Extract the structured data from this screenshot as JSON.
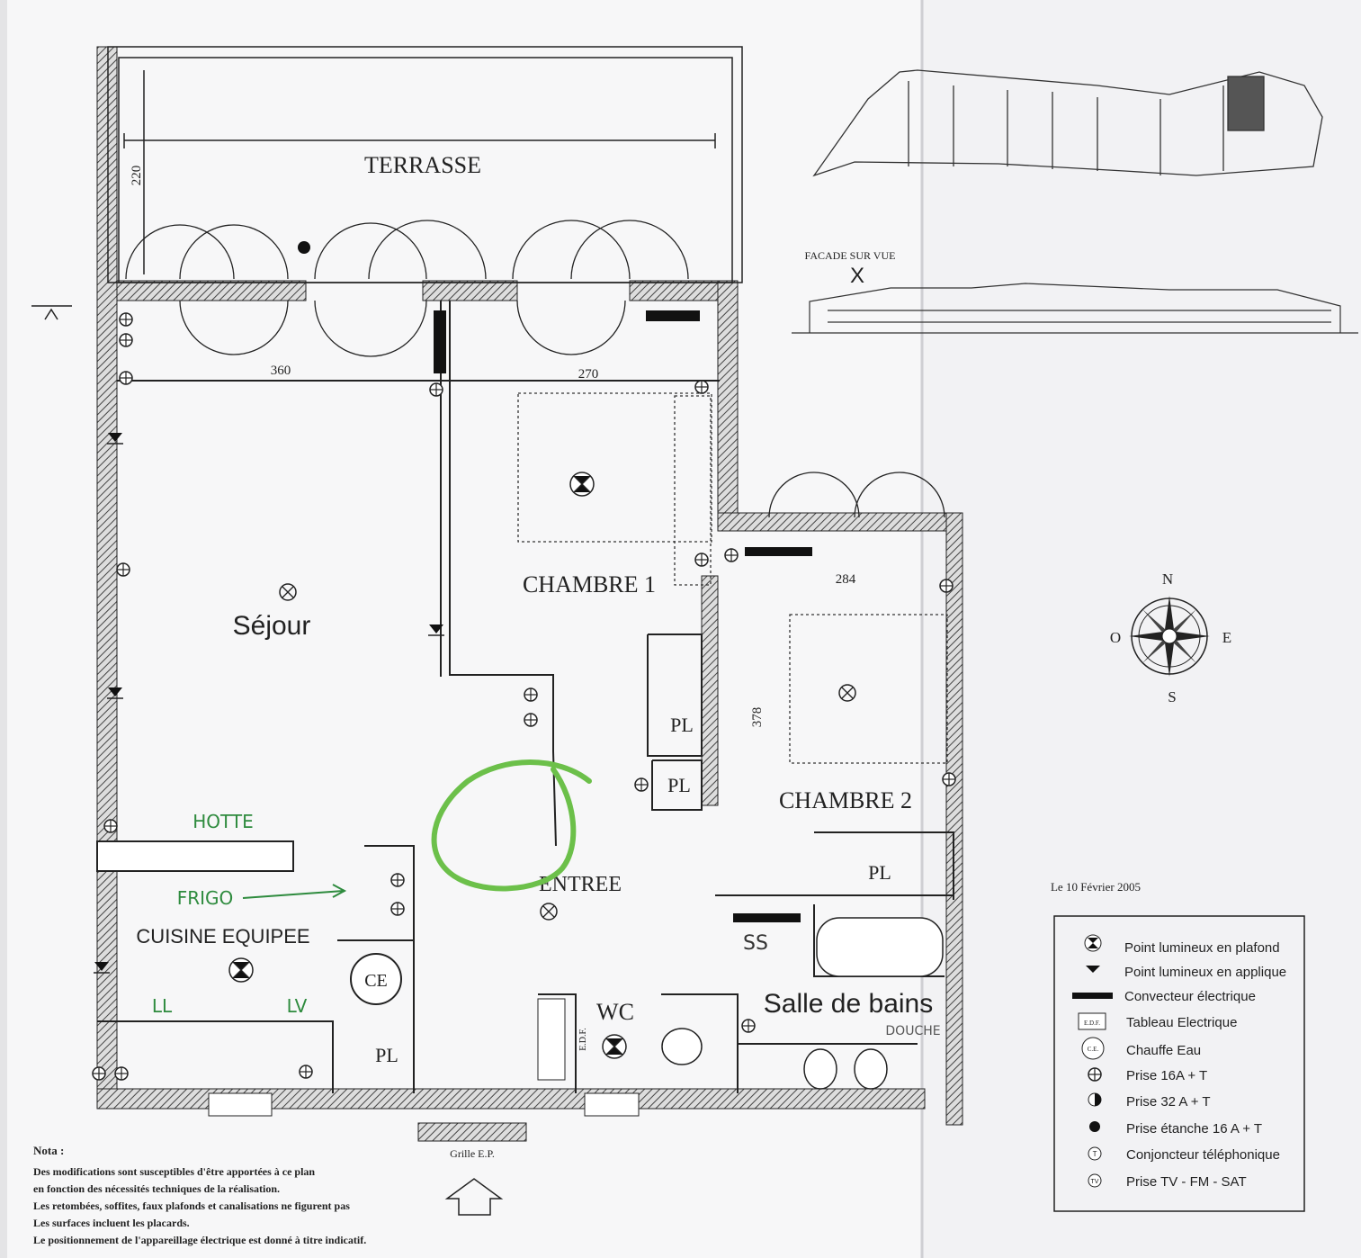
{
  "rooms": {
    "terrasse": "TERRASSE",
    "sejour": "Séjour",
    "chambre1": "CHAMBRE 1",
    "chambre2": "CHAMBRE 2",
    "cuisine": "CUISINE EQUIPEE",
    "entree": "ENTREE",
    "wc": "WC",
    "salle_de_bains": "Salle de bains"
  },
  "closets": {
    "pl": "PL",
    "ce": "CE",
    "edf": "E.D.F."
  },
  "dimensions": {
    "d220": "220",
    "d360": "360",
    "d270": "270",
    "d284": "284",
    "d378": "378"
  },
  "handwritten": {
    "hotte": "HOTTE",
    "frigo": "FRIGO",
    "ll": "LL",
    "lv": "LV",
    "ss": "SS",
    "douche": "DOUCHE"
  },
  "facade_label": "FACADE SUR VUE",
  "facade_marker": "X",
  "compass": {
    "n": "N",
    "o": "O",
    "e": "E",
    "s": "S"
  },
  "date": "Le 10 Février 2005",
  "grille": "Grille E.P.",
  "legend": {
    "items": [
      {
        "icon": "ceiling-light-icon",
        "label": "Point lumineux en plafond"
      },
      {
        "icon": "wall-light-icon",
        "label": "Point lumineux en applique"
      },
      {
        "icon": "convector-icon",
        "label": "Convecteur électrique"
      },
      {
        "icon": "panel-icon",
        "label": "Tableau Electrique"
      },
      {
        "icon": "water-heater-icon",
        "label": "Chauffe Eau"
      },
      {
        "icon": "socket-16a-icon",
        "label": "Prise 16A + T"
      },
      {
        "icon": "socket-32a-icon",
        "label": "Prise 32 A + T"
      },
      {
        "icon": "waterproof-socket-icon",
        "label": "Prise étanche 16 A + T"
      },
      {
        "icon": "phone-jack-icon",
        "label": "Conjoncteur téléphonique"
      },
      {
        "icon": "tv-socket-icon",
        "label": "Prise TV - FM - SAT"
      }
    ],
    "panel_abbr": "E.D.F.",
    "heater_abbr": "C.E."
  },
  "nota": {
    "title": "Nota :",
    "lines": [
      "Des modifications sont susceptibles d'être apportées à ce plan",
      "en fonction des nécessités techniques de la réalisation.",
      "Les retombées, soffites, faux plafonds et canalisations ne figurent pas",
      "Les surfaces incluent les placards.",
      "Le positionnement de l'appareillage électrique est donné à titre indicatif."
    ]
  },
  "colors": {
    "paper": "#f7f7f8",
    "ink": "#222222",
    "highlight": "#6cc04a",
    "handwriting": "#2e8b3e"
  }
}
